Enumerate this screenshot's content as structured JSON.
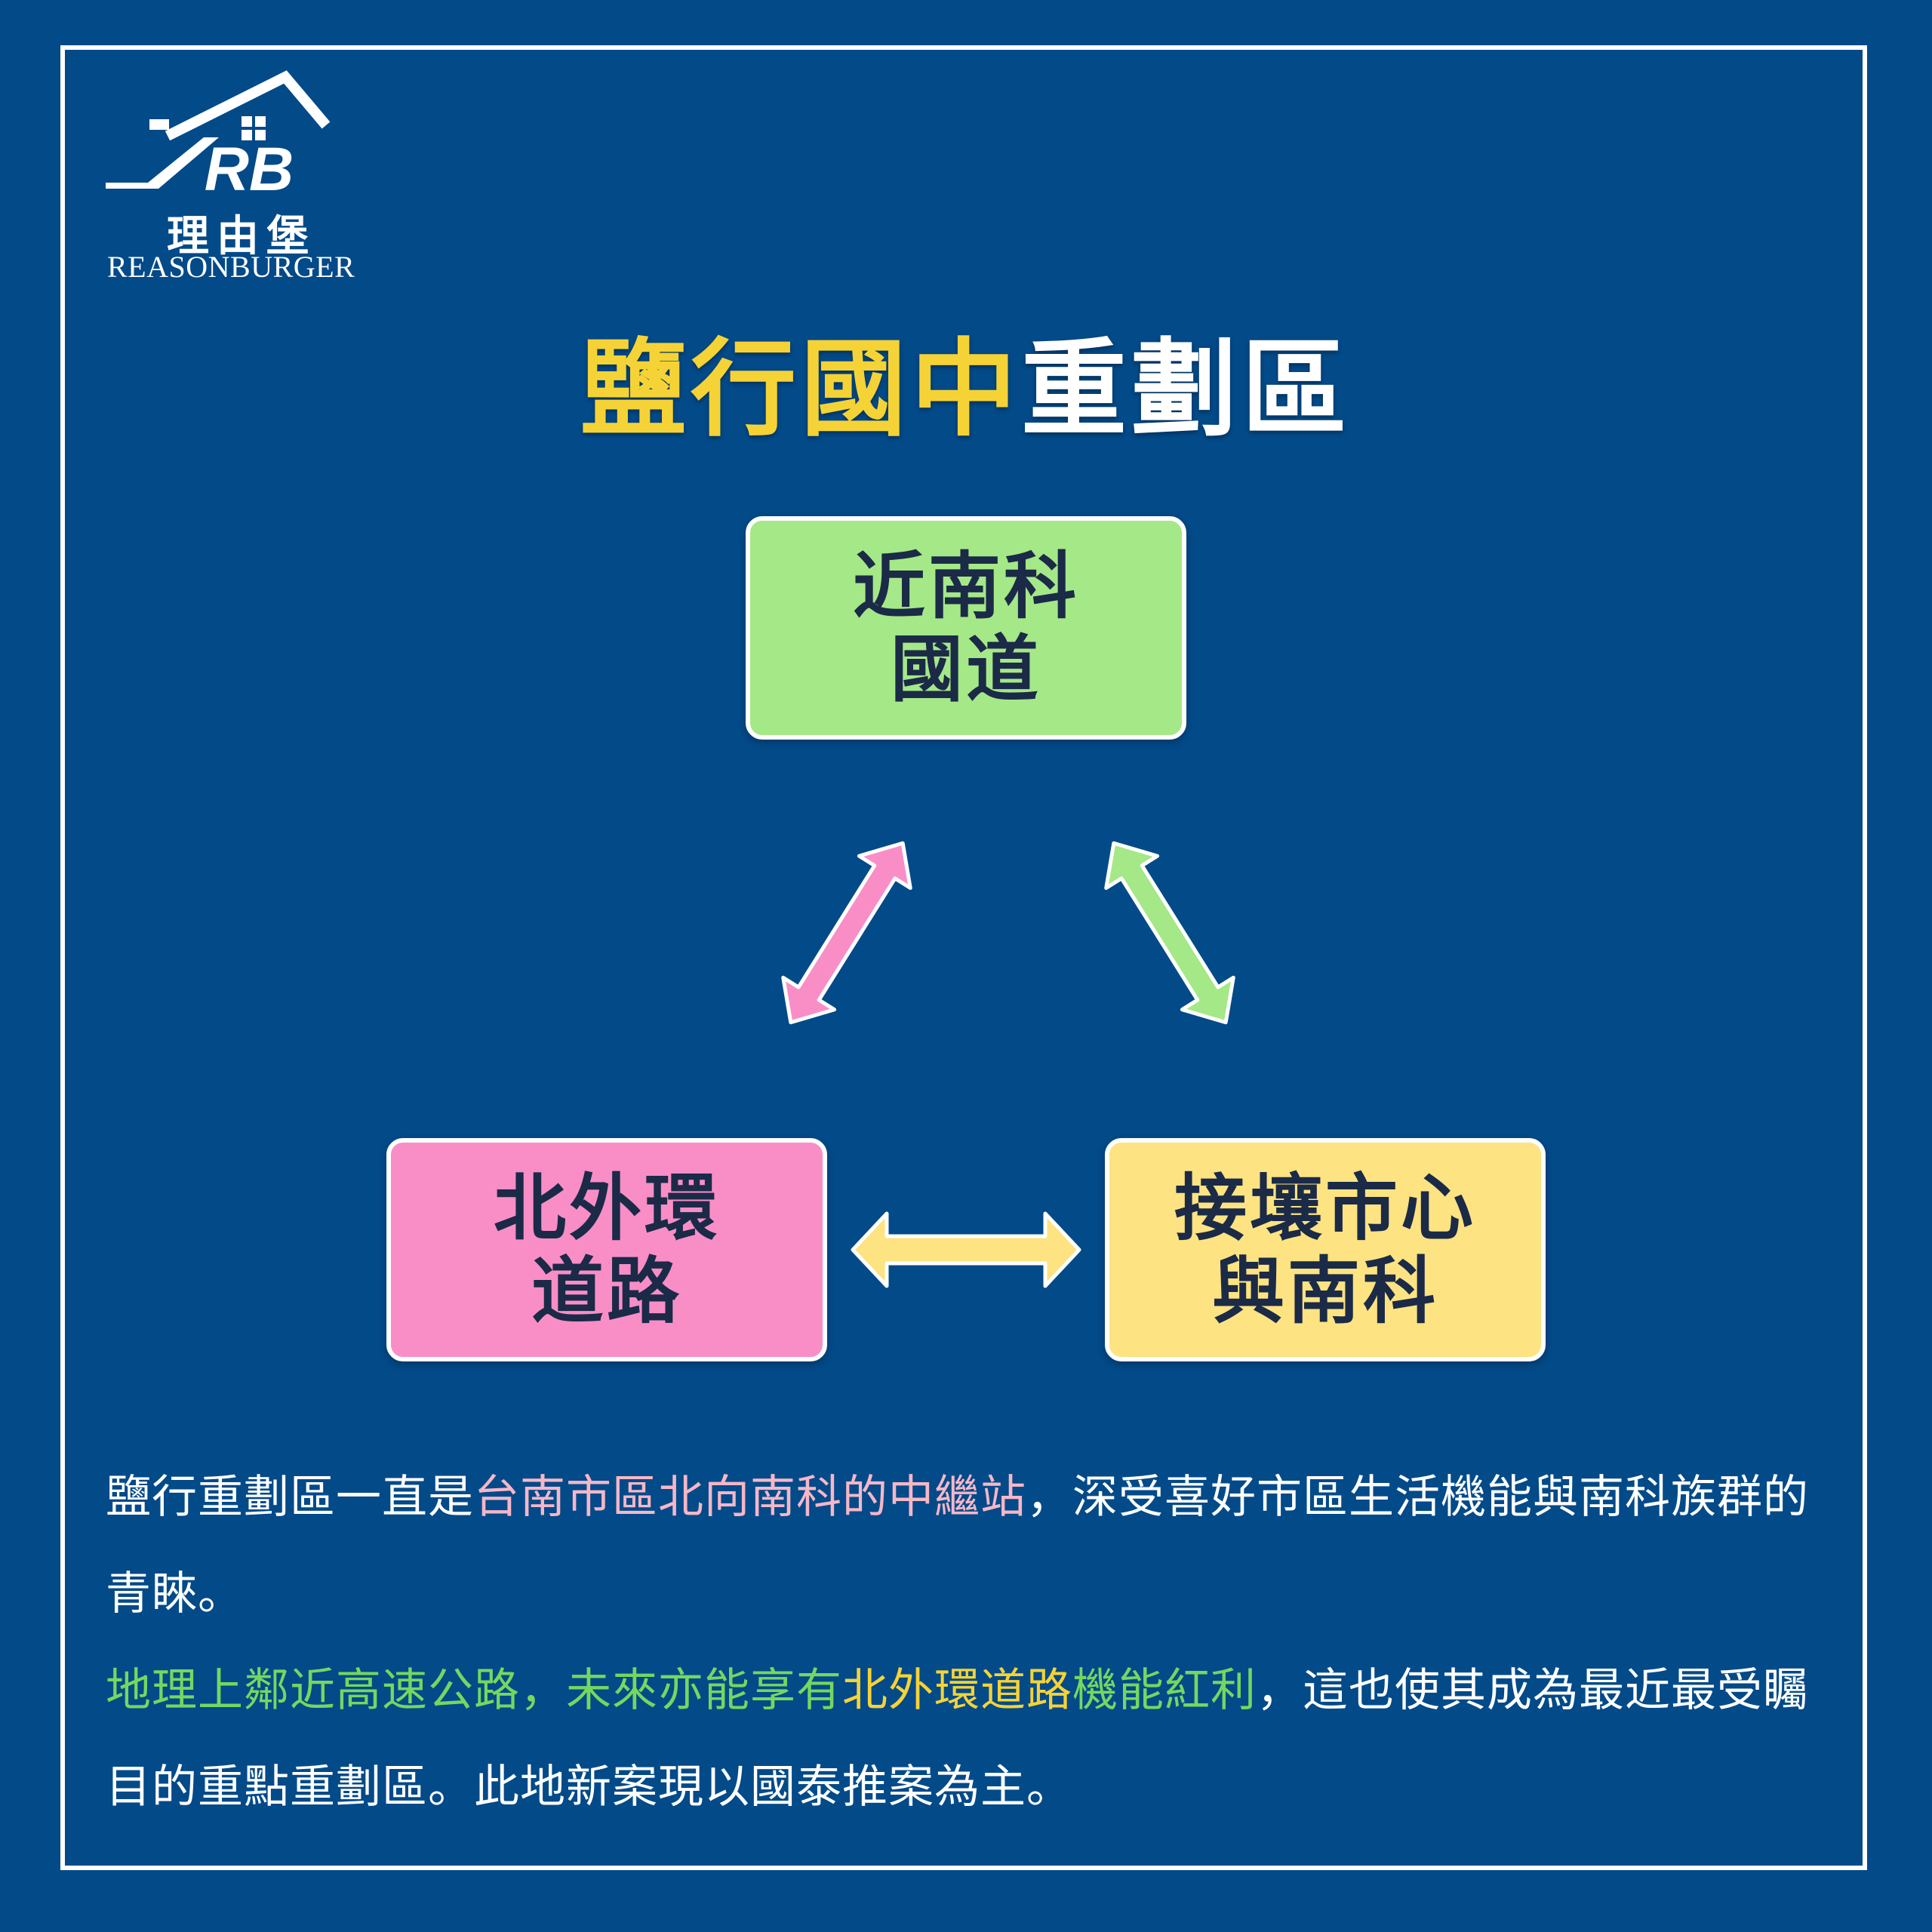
{
  "logo": {
    "mark": "RB",
    "name_cn": "理由堡",
    "name_en": "REASONBURGER"
  },
  "title": {
    "highlight": "鹽行國中",
    "rest": "重劃區"
  },
  "colors": {
    "background": "#034a89",
    "title_highlight": "#f5d336",
    "box_green": "#a5e887",
    "box_pink": "#f98ec6",
    "box_yellow": "#fde381",
    "text_pink": "#f6b7c7",
    "text_green": "#75d760"
  },
  "diagram": {
    "top": {
      "line1": "近南科",
      "line2": "國道"
    },
    "left": {
      "line1": "北外環",
      "line2": "道路"
    },
    "right": {
      "line1": "接壤市心",
      "line2": "與南科"
    }
  },
  "description": {
    "p1_a": "鹽行重劃區一直是",
    "p1_b": "台南市區北向南科的中繼站",
    "p1_c": "，深受喜好市區生活機能與南科族群的青睞。",
    "p2_a": "地理上鄰近高速公路，未來亦能享有",
    "p2_b": "北外環道路",
    "p2_c": "機能紅利",
    "p2_d": "，這也使其成為最近最受矚目的重點重劃區。此地新案現以國泰推案為主。"
  }
}
